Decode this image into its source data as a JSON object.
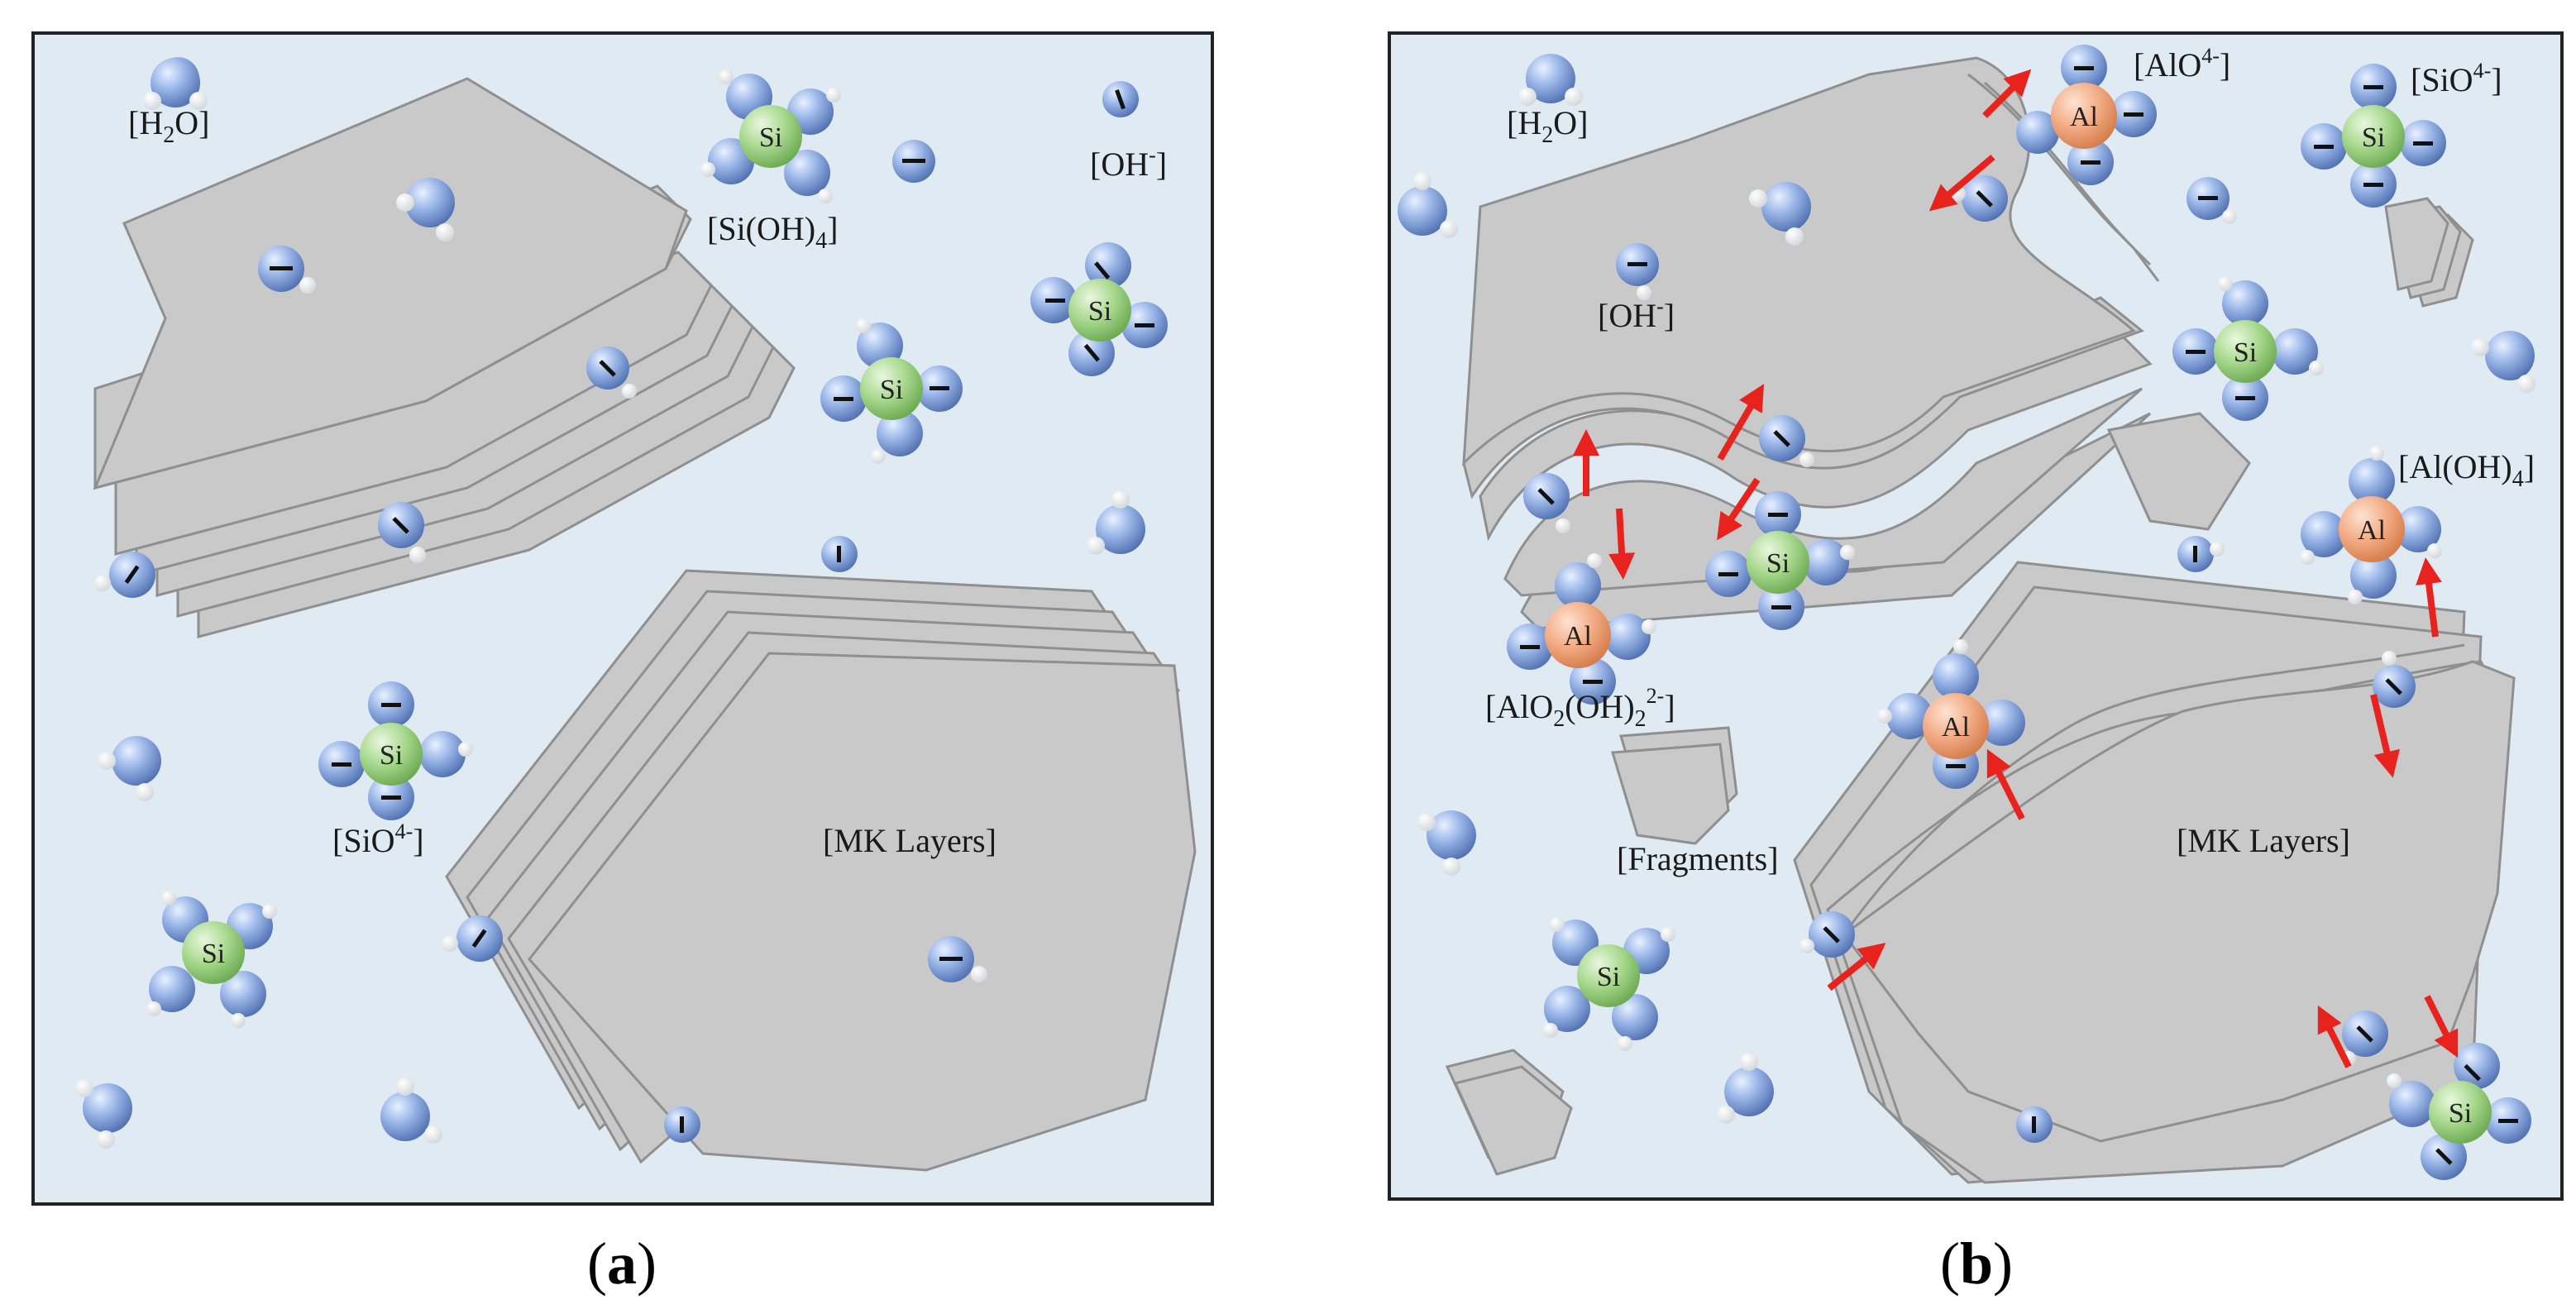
{
  "panel_a": {
    "caption_open": "(",
    "caption_letter": "a",
    "caption_close": ")",
    "labels": {
      "h2o_main": "[H",
      "h2o_sub": "2",
      "h2o_end": "O]",
      "sioh4_main": "[Si(OH)",
      "sioh4_sub": "4",
      "sioh4_end": "]",
      "oh_main": "[OH",
      "oh_sup": "-",
      "oh_end": "]",
      "sio4_main": "[SiO",
      "sio4_sup": "4-",
      "sio4_end": "]",
      "mk_layers": "[MK Layers]"
    }
  },
  "panel_b": {
    "caption_open": "(",
    "caption_letter": "b",
    "caption_close": ")",
    "labels": {
      "h2o_main": "[H",
      "h2o_sub": "2",
      "h2o_end": "O]",
      "alo4_main": "[AlO",
      "alo4_sup": "4-",
      "alo4_end": "]",
      "sio4_main": "[SiO",
      "sio4_sup": "4-",
      "sio4_end": "]",
      "oh_main": "[OH",
      "oh_sup": "-",
      "oh_end": "]",
      "aloh4_main": "[Al(OH)",
      "aloh4_sub": "4",
      "aloh4_end": "]",
      "alo2oh2_main": "[AlO",
      "alo2oh2_sub1": "2",
      "alo2oh2_mid": "(OH)",
      "alo2oh2_sub2": "2",
      "alo2oh2_sup": "2-",
      "alo2oh2_end": "]",
      "fragments": "[Fragments]",
      "mk_layers": "[MK Layers]"
    }
  },
  "atoms": {
    "si": "Si",
    "al": "Al",
    "minus": "−"
  },
  "colors": {
    "panel_bg": "#dfeaf3",
    "layer_fill": "#c9c9c9",
    "layer_stroke": "#8f8f8f",
    "silicon": "#9ed283",
    "aluminium": "#f1a478",
    "oxygen": "#7d9fd8",
    "hydrogen": "#ffffff",
    "arrow": "#e8221c"
  }
}
